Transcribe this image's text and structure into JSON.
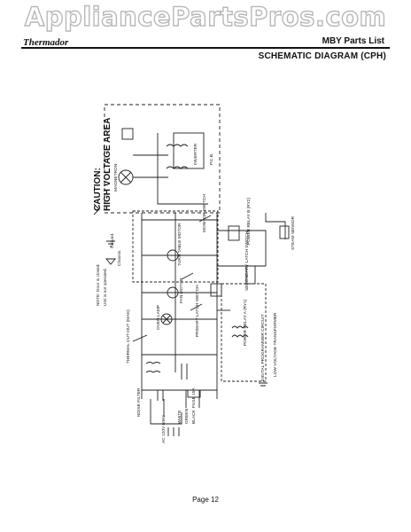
{
  "watermark": "AppliancePartsPros.com",
  "header": {
    "brand": "Thermador",
    "doc_title": "MBY Parts List",
    "section_title": "SCHEMATIC DIAGRAM (CPH)"
  },
  "schematic": {
    "caution_1": "CAUTION:",
    "caution_2": "HIGH VOLTAGE AREA",
    "note_1": "NOTE: Door is closed.",
    "note_2": "Unit is not operated.",
    "ground": "Ground.",
    "chassis": "Chassis.",
    "steam_sensor": "STEAM SENSOR",
    "power_relay": "POWER RELAY B (RY2)",
    "secondary_switch": "SECONDARY LATCH SWITCH",
    "power_relay_a": "POWER RELAY A (RY1)",
    "low_voltage_transformer": "LOW VOLTAGE TRANSFORMER",
    "digital_programmer": "DIGITAL PROGRAMMER CIRCUIT",
    "turntable_motor": "TURN TABLE MOTOR",
    "fan_motor": "FAN MOTOR",
    "oven_lamp": "OVEN LAMP",
    "primary_switch": "PRIMARY LATCH SWITCH",
    "monitor_switch": "MONITOR SWITCH",
    "thermal_cutout": "THERMAL CUT-OUT (MAG)",
    "noise_filter": "NOISE FILTER",
    "fuse": "FUSE 15A",
    "supply": "AC 120V 60Hz",
    "wire_green": "GREEN",
    "wire_black": "BLACK",
    "wire_white": "WHITE",
    "inverter": "INVERTER",
    "pcb": "P.C.B.",
    "magnetron": "MAGNETRON"
  },
  "footer": {
    "page": "Page 12"
  }
}
